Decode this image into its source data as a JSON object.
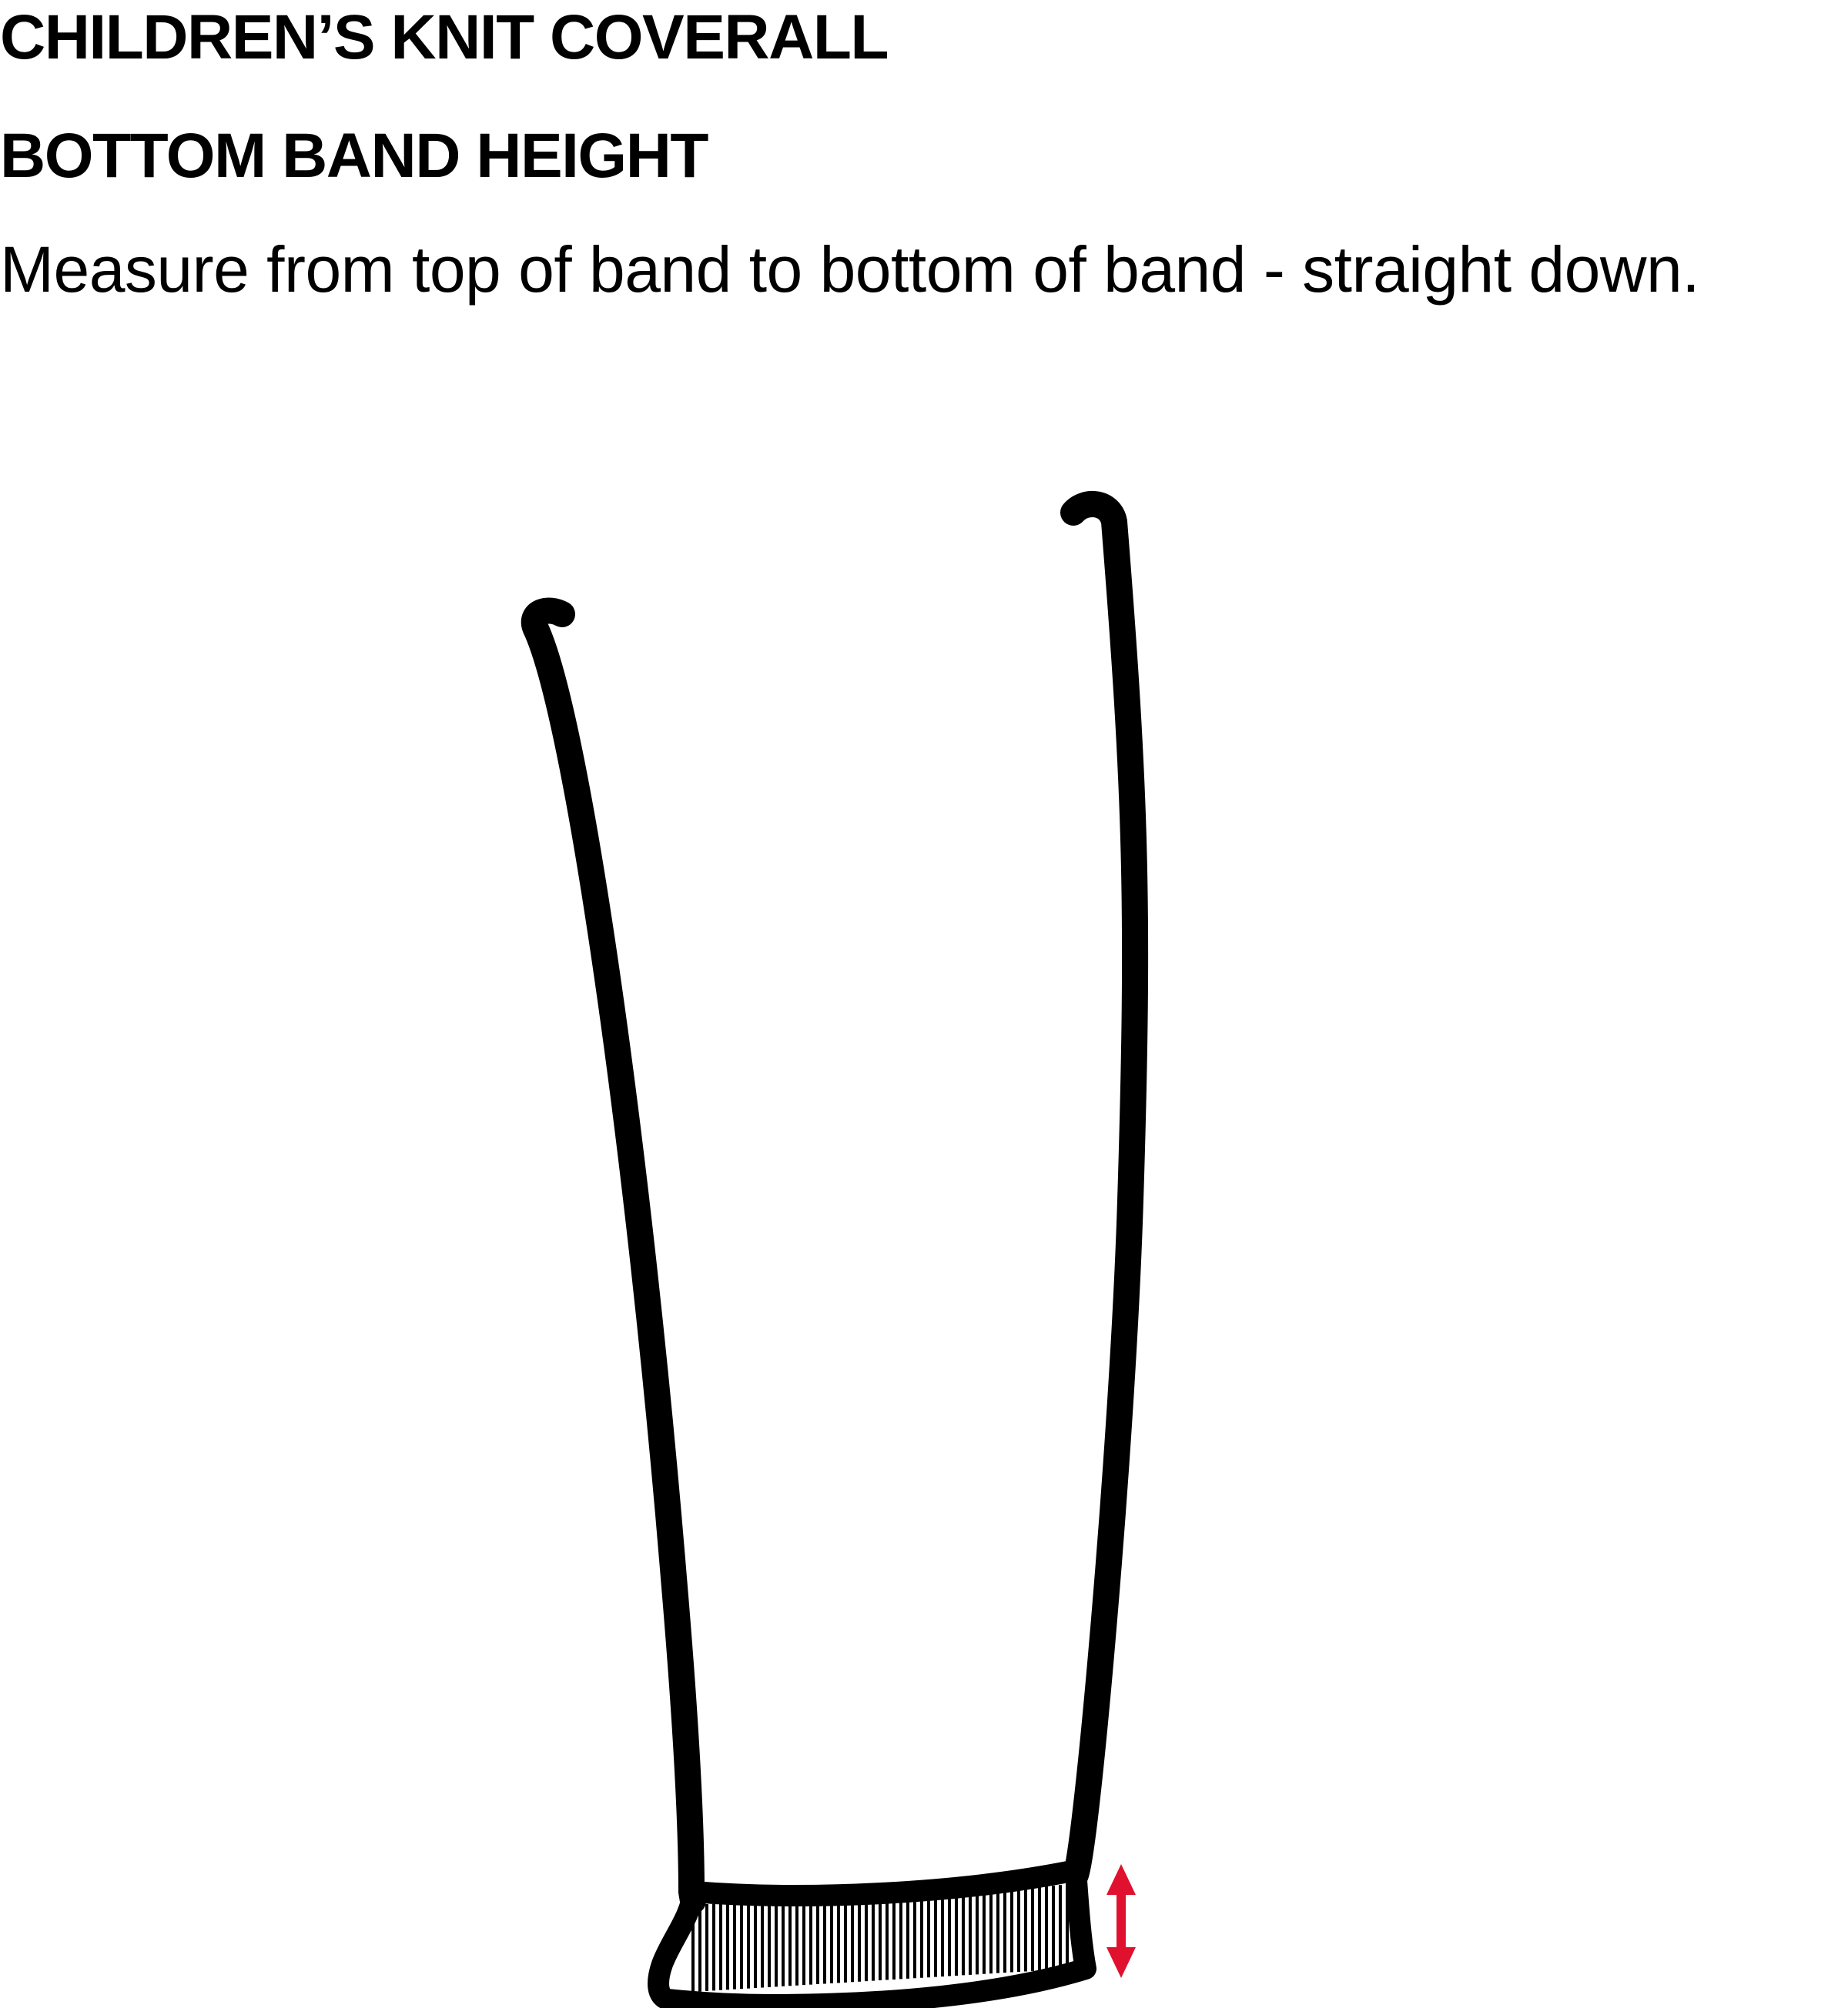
{
  "header": {
    "title": "CHILDREN’S KNIT COVERALL",
    "subtitle": "BOTTOM BAND HEIGHT",
    "instruction": "Measure from top of band to bottom of band - straight down."
  },
  "illustration": {
    "garment": "coverall-leg",
    "band": "ribbed-bottom-band",
    "measurement_indicator": "double-headed-arrow",
    "colors": {
      "outline": "#000000",
      "background": "#ffffff",
      "arrow": "#e0102f"
    }
  }
}
